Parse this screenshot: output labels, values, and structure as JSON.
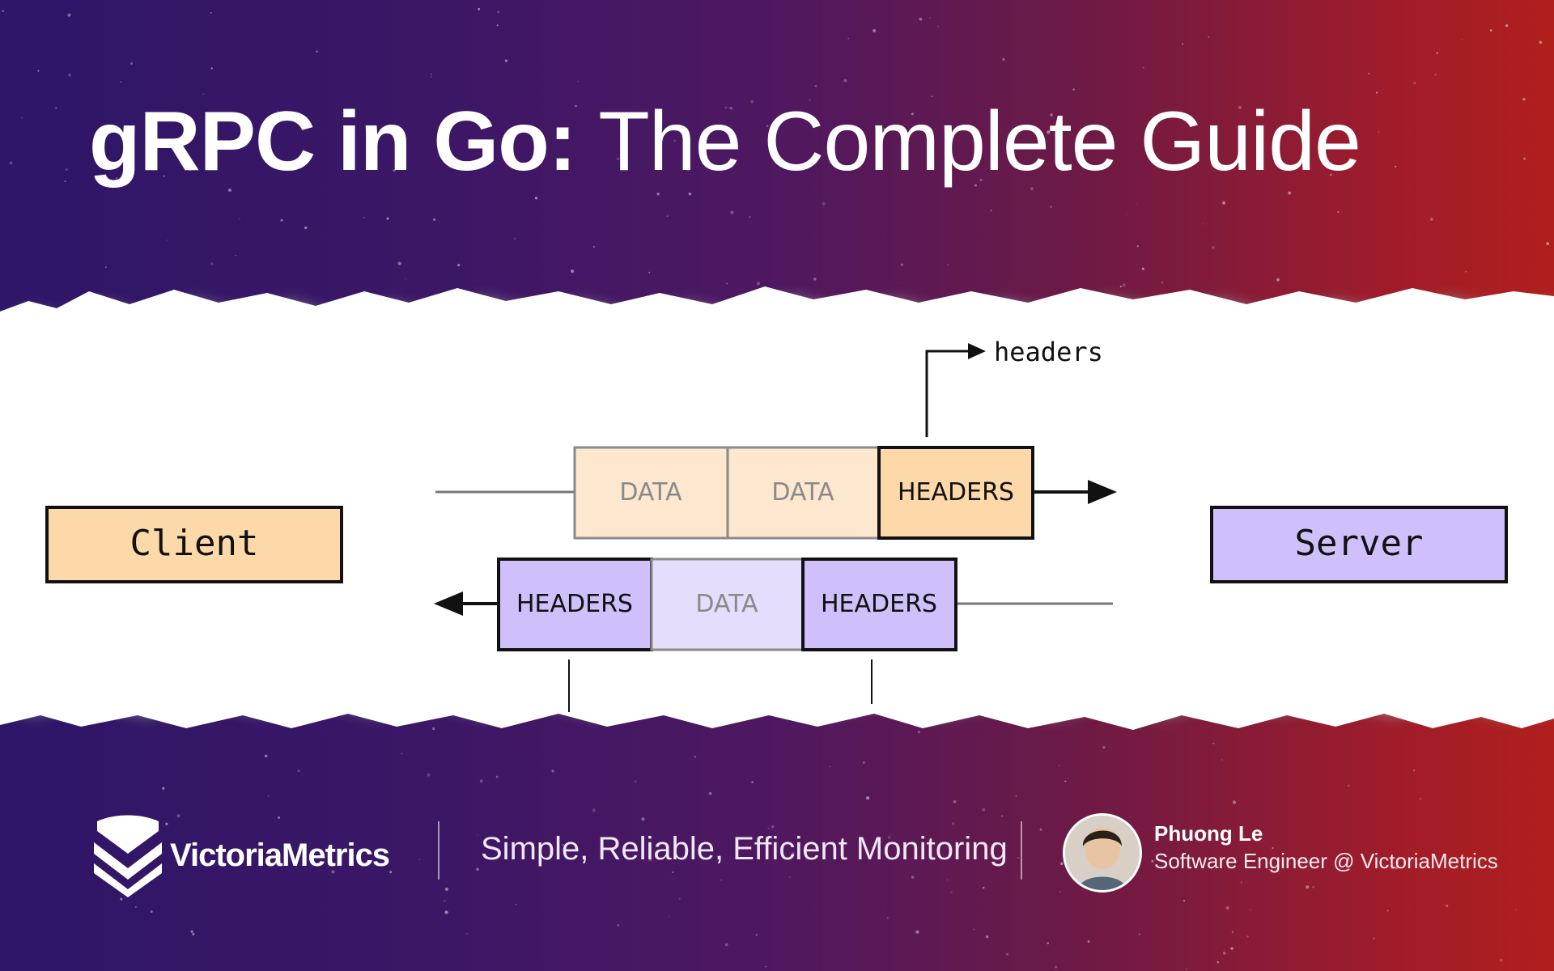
{
  "title": {
    "bold": "gRPC in Go:",
    "light": "The Complete Guide"
  },
  "diagram": {
    "client_label": "Client",
    "server_label": "Server",
    "top_stream": [
      "DATA",
      "DATA",
      "HEADERS"
    ],
    "bottom_stream": [
      "HEADERS",
      "DATA",
      "HEADERS"
    ],
    "annotation": "headers"
  },
  "footer": {
    "brand": "VictoriaMetrics",
    "tagline": "Simple, Reliable, Efficient Monitoring",
    "author_name": "Phuong Le",
    "author_role": "Software Engineer @ VictoriaMetrics"
  },
  "colors": {
    "client_fill": "#fdd8a8",
    "server_fill": "#cfc0fb",
    "data_orange": "#fde7cf",
    "data_purple": "#e5ddfc"
  }
}
